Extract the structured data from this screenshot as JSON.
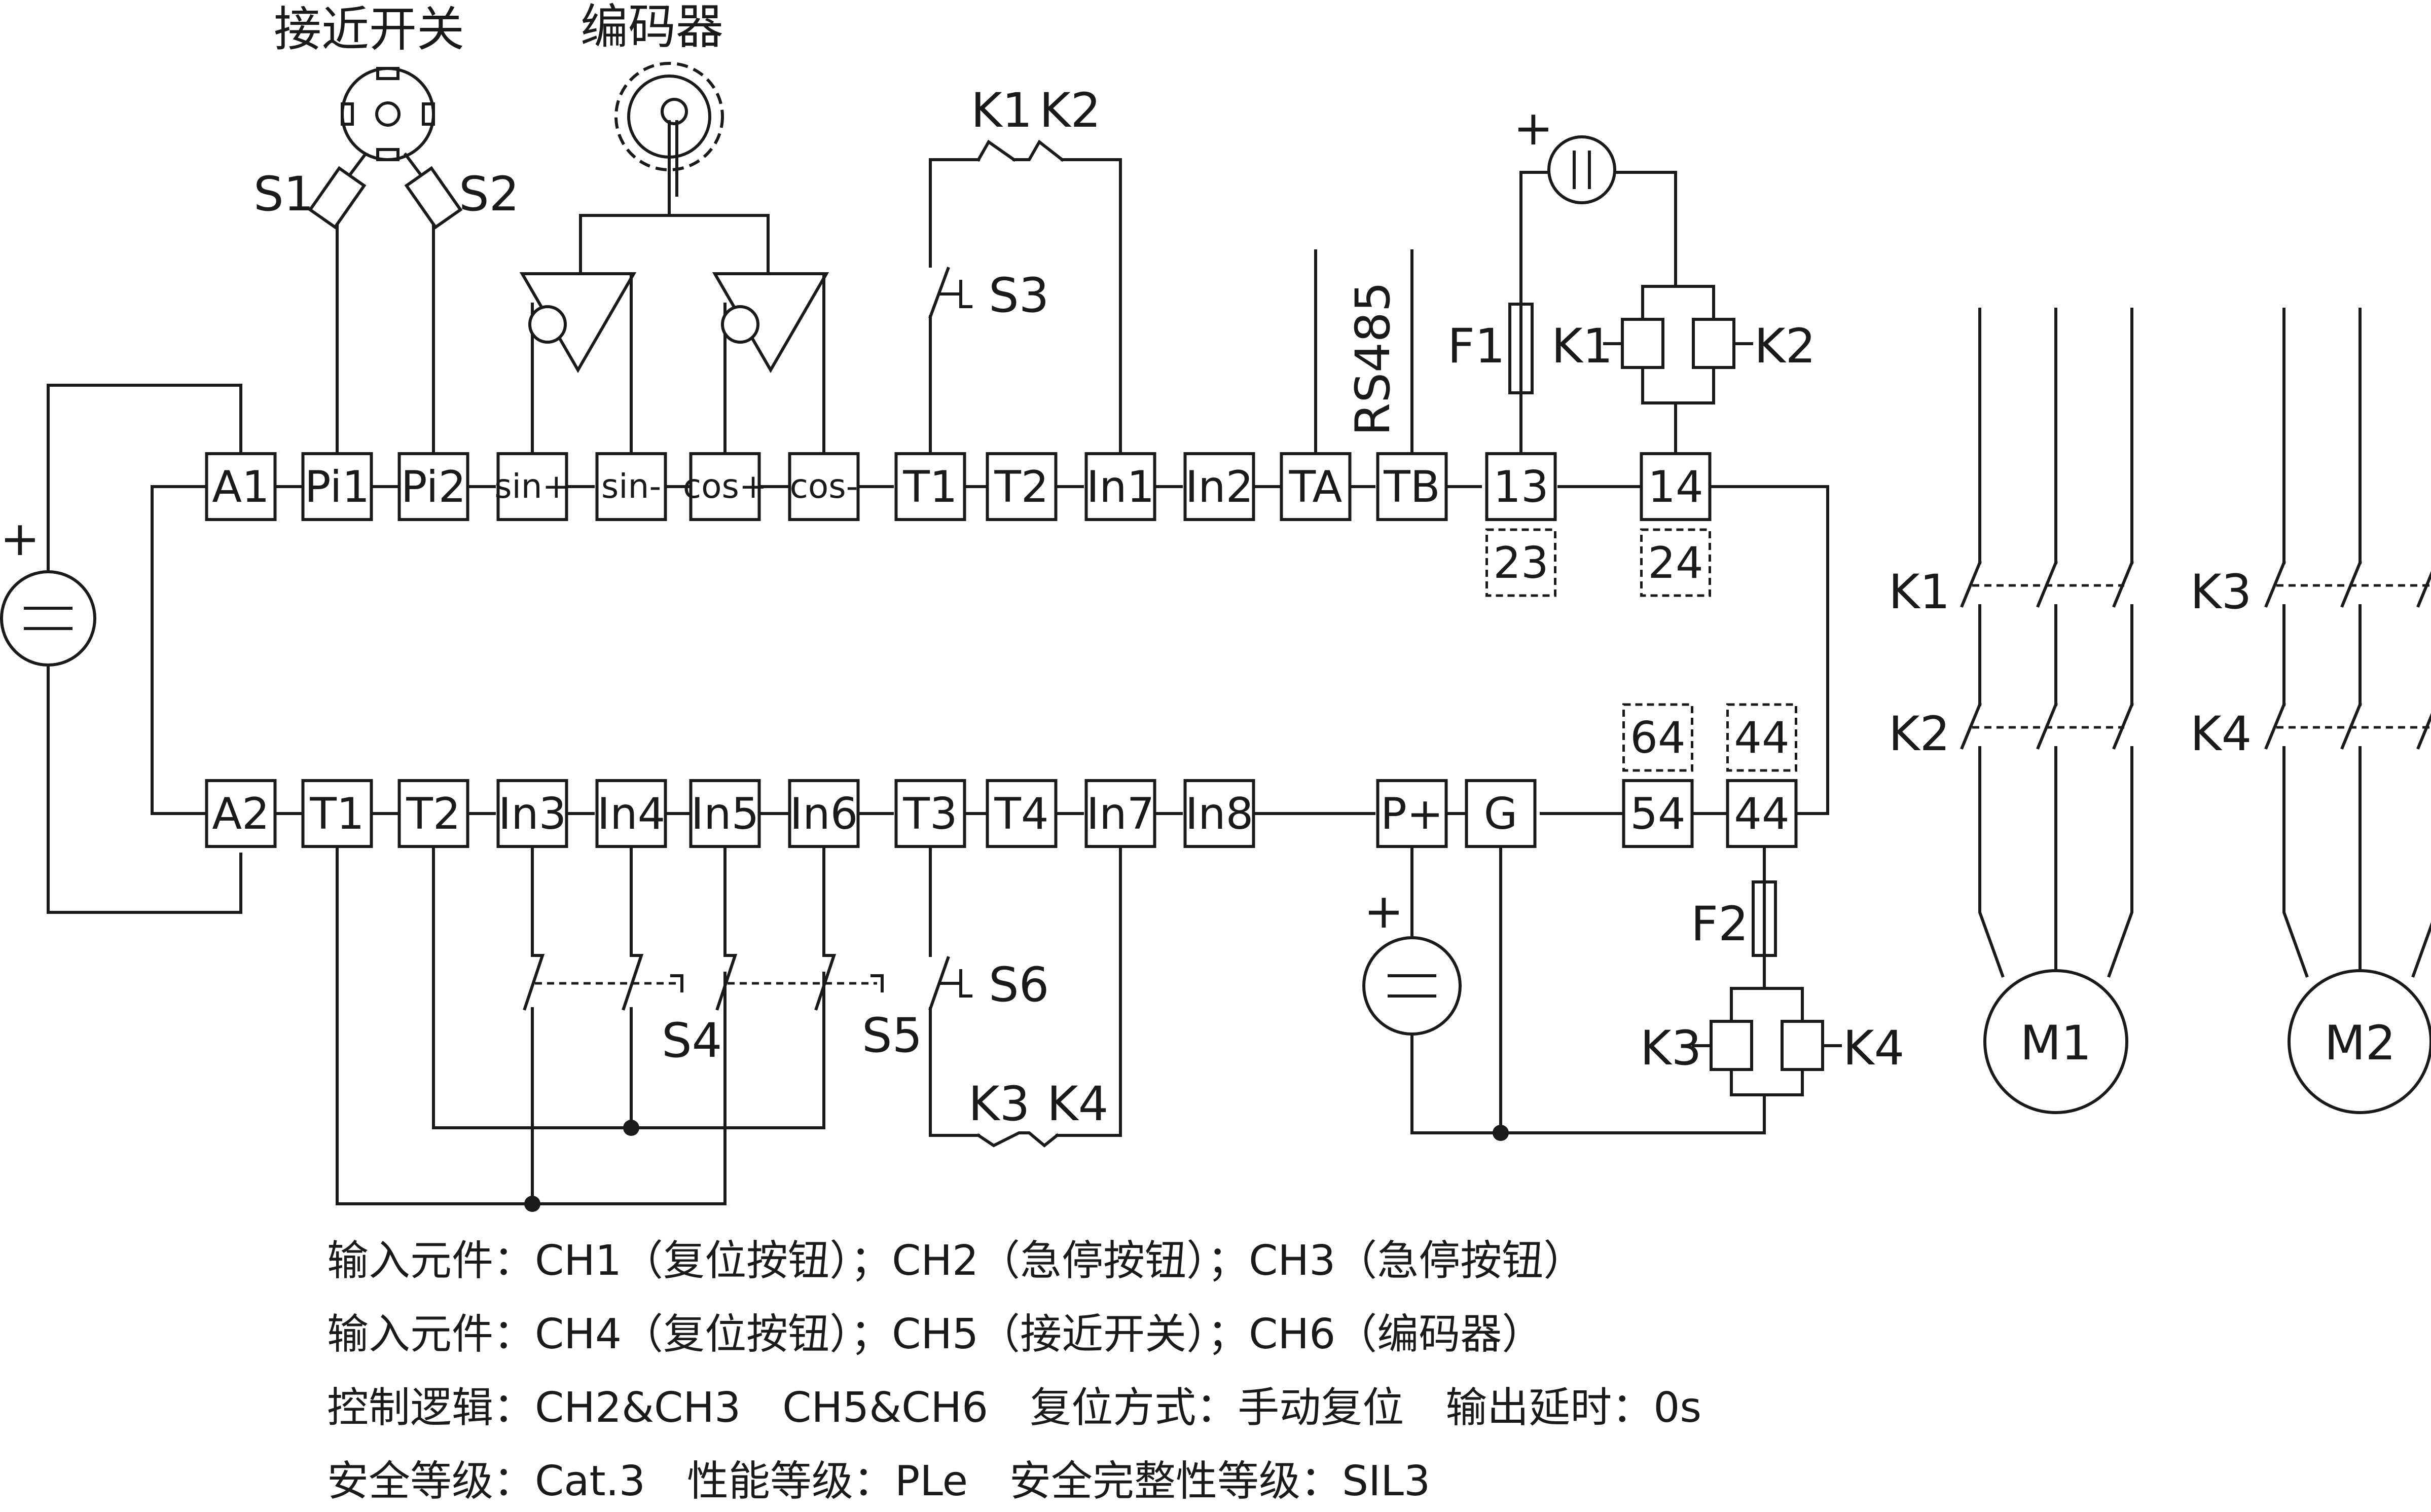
{
  "header_labels": {
    "proximity_switch": "接近开关",
    "encoder": "编码器",
    "rs485": "RS485"
  },
  "top_terminals": [
    "A1",
    "Pi1",
    "Pi2",
    "sin+",
    "sin-",
    "cos+",
    "cos-",
    "T1",
    "T2",
    "In1",
    "In2",
    "TA",
    "TB",
    "13",
    "14"
  ],
  "top_aux_terminals": [
    "23",
    "24"
  ],
  "bottom_terminals": [
    "A2",
    "T1",
    "T2",
    "In3",
    "In4",
    "In5",
    "In6",
    "T3",
    "T4",
    "In7",
    "In8",
    "P+",
    "G",
    "54",
    "44"
  ],
  "bottom_aux_terminals": [
    "64",
    "44"
  ],
  "components": {
    "s1": "S1",
    "s2": "S2",
    "s3": "S3",
    "s4": "S4",
    "s5": "S5",
    "s6": "S6",
    "k1": "K1",
    "k2": "K2",
    "k3": "K3",
    "k4": "K4",
    "f1": "F1",
    "f2": "F2",
    "m1": "M1",
    "m2": "M2",
    "plus": "+"
  },
  "notes": [
    "输入元件：CH1（复位按钮）；CH2（急停按钮）；CH3（急停按钮）",
    "输入元件：CH4（复位按钮）；CH5（接近开关）；CH6（编码器）",
    "控制逻辑：CH2&CH3　CH5&CH6　复位方式：手动复位　输出延时：0s",
    "安全等级：Cat.3　性能等级：PLe　安全完整性等级：SIL3"
  ]
}
